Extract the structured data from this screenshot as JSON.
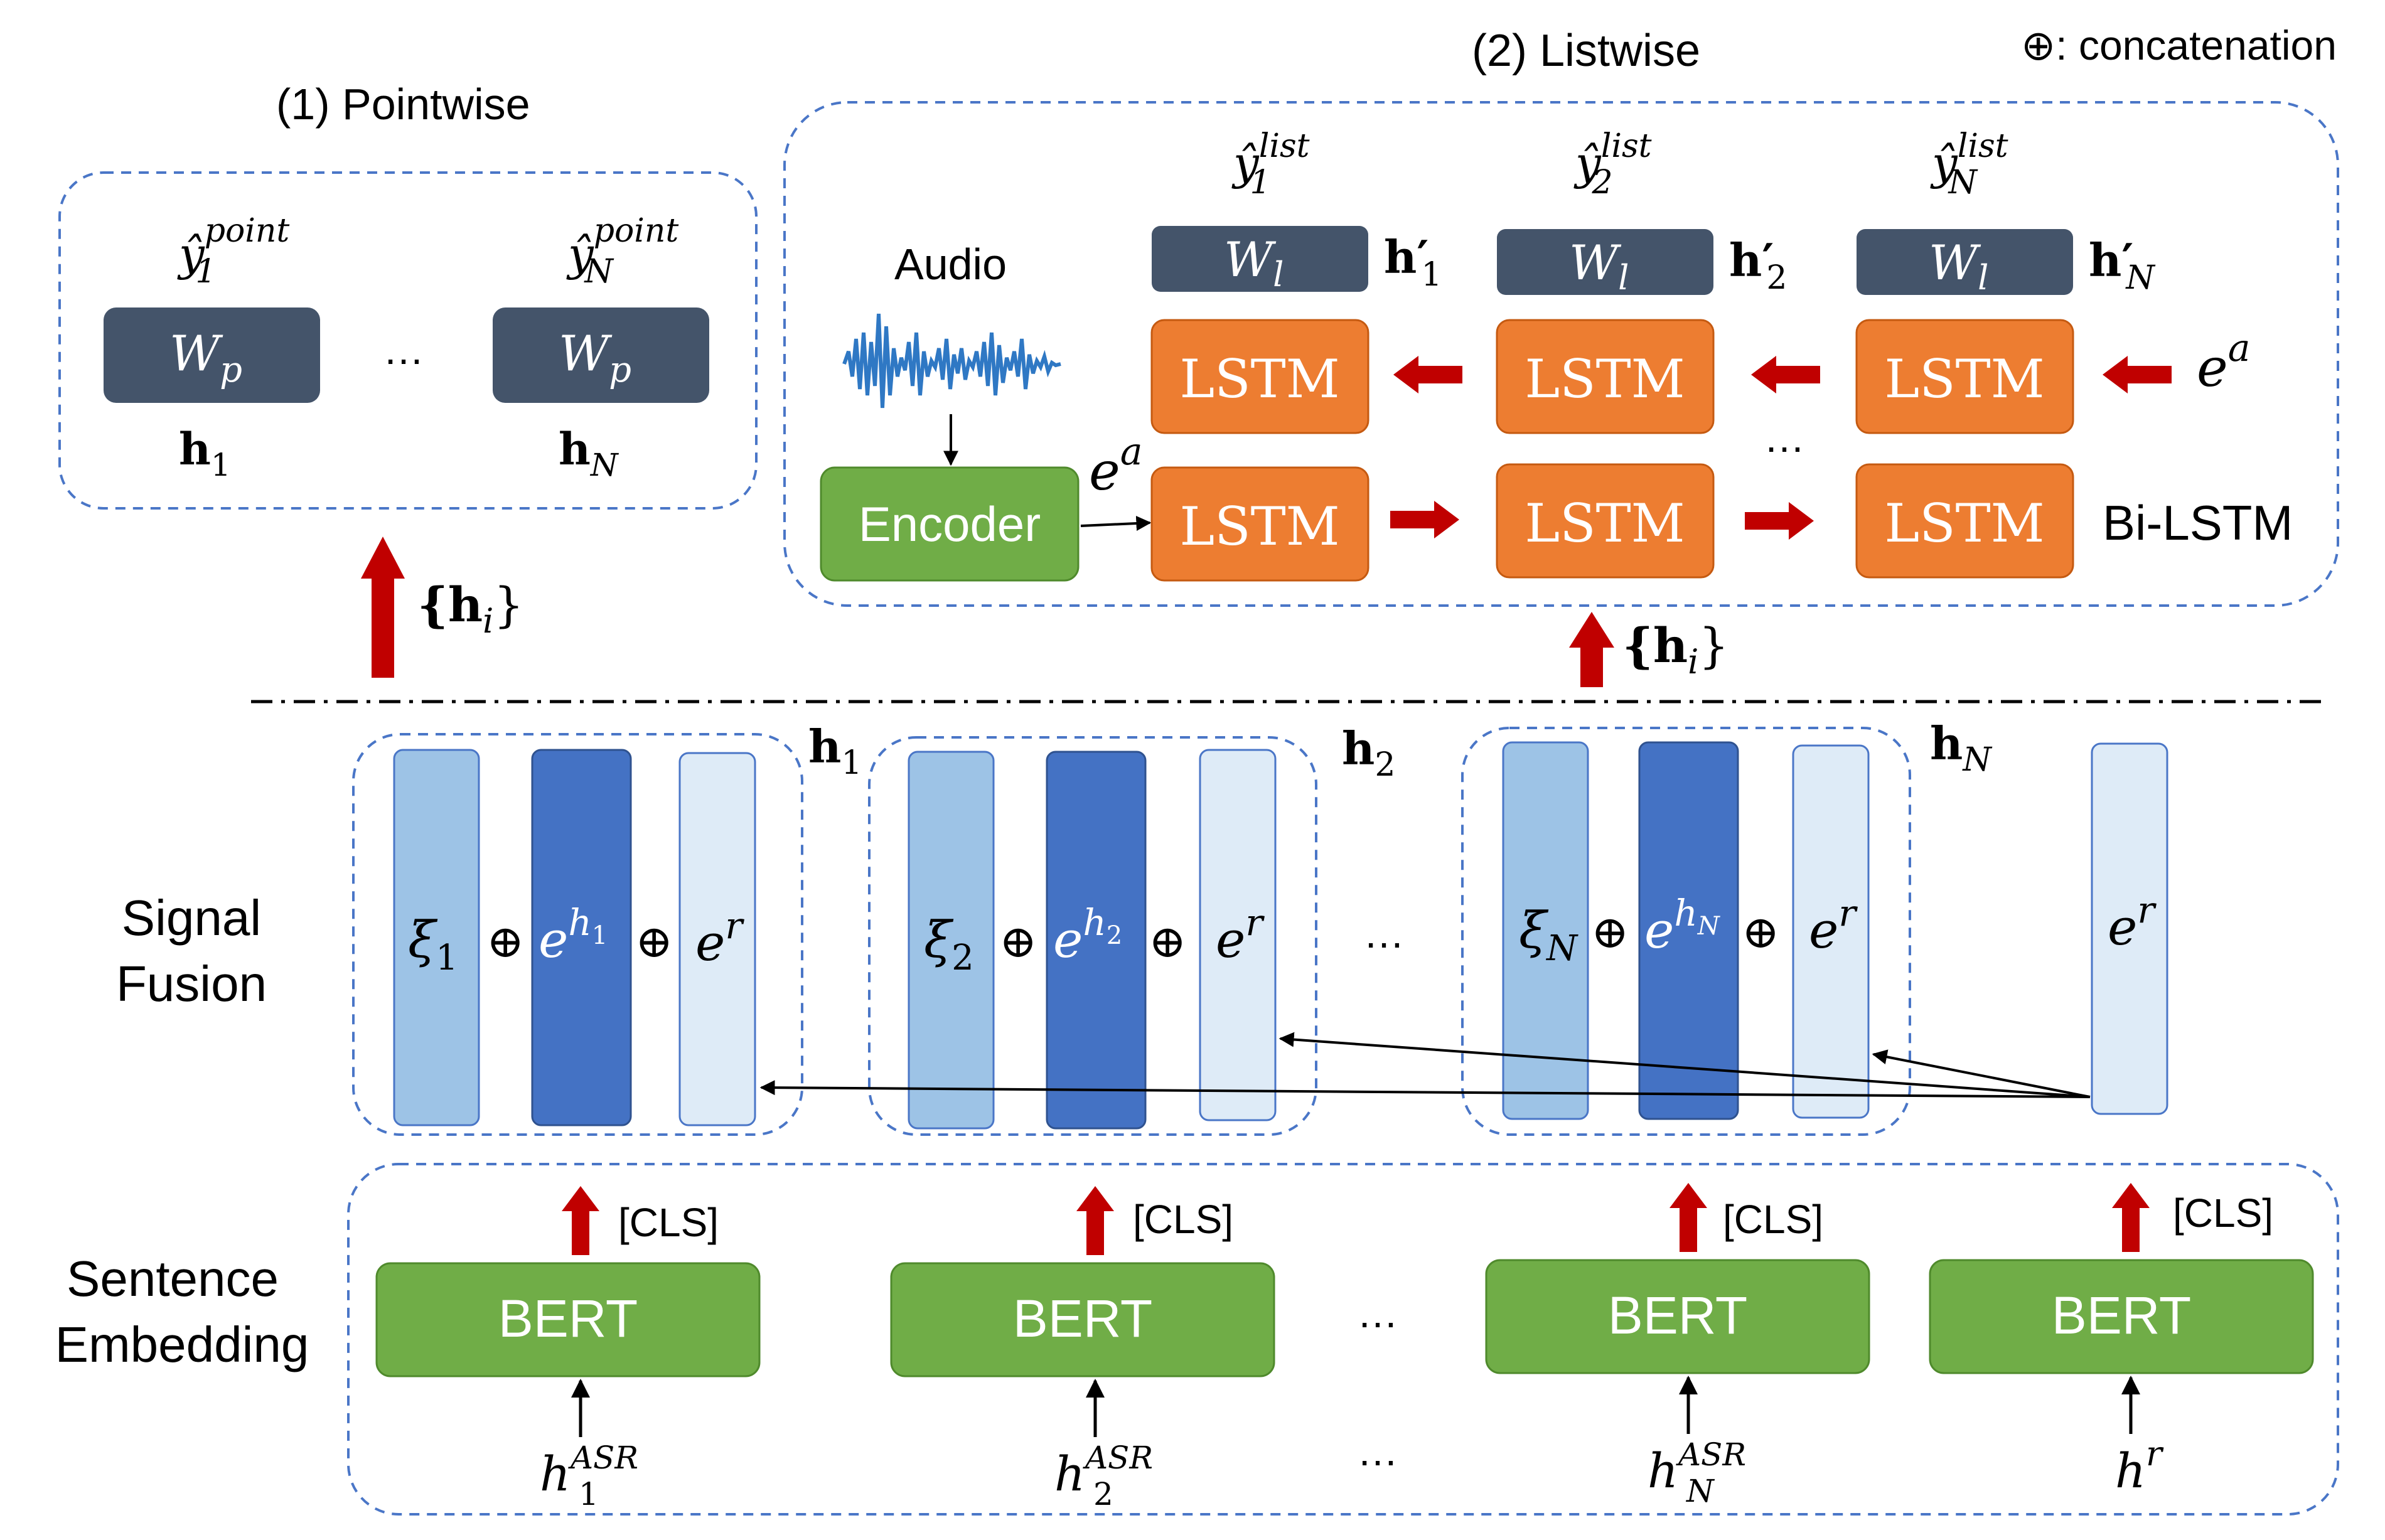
{
  "legend": {
    "concat": "⊕: concatenation"
  },
  "pointwise": {
    "title": "(1) Pointwise",
    "out_first": "ŷ",
    "out_first_sup": "point",
    "out_first_sub": "1",
    "out_last": "ŷ",
    "out_last_sup": "point",
    "out_last_sub": "N",
    "weight": "W",
    "weight_sub": "p",
    "dots": "…",
    "h_first": "h",
    "h_first_sub": "1",
    "h_last": "h",
    "h_last_sub": "N",
    "input_label": "{h",
    "input_label_sub": "i",
    "input_label_close": "}"
  },
  "listwise": {
    "title": "(2) Listwise",
    "audio_label": "Audio",
    "encoder_label": "Encoder",
    "ea": "e",
    "ea_sup": "a",
    "ea_right": "e",
    "ea_right_sup": "a",
    "weight": "W",
    "weight_sub": "l",
    "lstm": "LSTM",
    "bilstm": "Bi-LSTM",
    "dots": "…",
    "outputs": [
      {
        "base": "ŷ",
        "sup": "list",
        "sub": "1",
        "h": "h′",
        "hsub": "1"
      },
      {
        "base": "ŷ",
        "sup": "list",
        "sub": "2",
        "h": "h′",
        "hsub": "2"
      },
      {
        "base": "ŷ",
        "sup": "list",
        "sub": "N",
        "h": "h′",
        "hsub": "N"
      }
    ],
    "input_label": "{h",
    "input_label_sub": "i",
    "input_label_close": "}"
  },
  "signal_fusion": {
    "label_line1": "Signal",
    "label_line2": "Fusion",
    "plus": "⊕",
    "dots": "…",
    "groups": [
      {
        "h": "h",
        "hsub": "1",
        "xi": "ξ",
        "xisub": "1",
        "e": "e",
        "esup": "h",
        "esupsub": "1",
        "er": "e",
        "ersup": "r"
      },
      {
        "h": "h",
        "hsub": "2",
        "xi": "ξ",
        "xisub": "2",
        "e": "e",
        "esup": "h",
        "esupsub": "2",
        "er": "e",
        "ersup": "r"
      },
      {
        "h": "h",
        "hsub": "N",
        "xi": "ξ",
        "xisub": "N",
        "e": "e",
        "esup": "h",
        "esupsub": "N",
        "er": "e",
        "ersup": "r"
      }
    ],
    "ref": {
      "e": "e",
      "sup": "r"
    }
  },
  "sentence_embedding": {
    "label_line1": "Sentence",
    "label_line2": "Embedding",
    "cls": "[CLS]",
    "bert": "BERT",
    "dots": "…",
    "inputs": [
      {
        "base": "h",
        "sup": "ASR",
        "sub": "1"
      },
      {
        "base": "h",
        "sup": "ASR",
        "sub": "2"
      },
      {
        "base": "h",
        "sup": "ASR",
        "sub": "N"
      },
      {
        "base": "h",
        "sup": "r",
        "sub": ""
      }
    ]
  },
  "colors": {
    "dash_box": "#4a76c7",
    "weight_box": "#44546a",
    "lstm": "#ed7d31",
    "green": "#70ad47",
    "red_arrow": "#c00000",
    "col_light": "#9dc3e6",
    "col_dark": "#4472c4",
    "col_pale": "#deebf7"
  }
}
